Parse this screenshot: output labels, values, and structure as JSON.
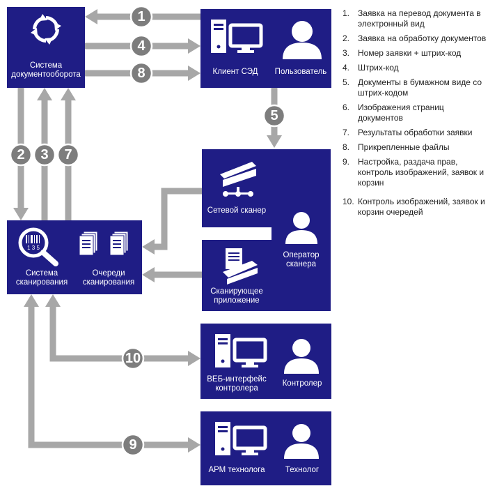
{
  "nodes": {
    "doc_system": "Система документооборота",
    "client_sed": "Клиент СЭД",
    "user": "Пользователь",
    "network_scanner": "Сетевой сканер",
    "scan_app": "Сканирующее приложение",
    "scan_operator": "Оператор сканера",
    "scan_system": "Система сканирования",
    "scan_queues": "Очереди сканирования",
    "web_iface": "ВЕБ-интерфейс контролера",
    "controller": "Контролер",
    "arm": "АРМ технолога",
    "technologist": "Технолог"
  },
  "barcode_digits": "1 3 5",
  "arrows": [
    "1",
    "4",
    "8",
    "2",
    "3",
    "7",
    "5",
    "10",
    "9"
  ],
  "legend": [
    {
      "num": "1.",
      "text": "Заявка на перевод документа в электронный вид"
    },
    {
      "num": "2.",
      "text": "Заявка на обработку документов"
    },
    {
      "num": "3.",
      "text": "Номер заявки + штрих-код"
    },
    {
      "num": "4.",
      "text": "Штрих-код"
    },
    {
      "num": "5.",
      "text": "Документы в бумажном виде со штрих-кодом"
    },
    {
      "num": "6.",
      "text": "Изображения страниц документов"
    },
    {
      "num": "7.",
      "text": "Результаты обработки заявки"
    },
    {
      "num": "8.",
      "text": "Прикрепленные файлы"
    },
    {
      "num": "9.",
      "text": " Настройка, раздача прав, контроль изображений, заявок и корзин"
    },
    {
      "num": "10.",
      "text": "Контроль изображений, заявок и корзин очередей"
    }
  ]
}
